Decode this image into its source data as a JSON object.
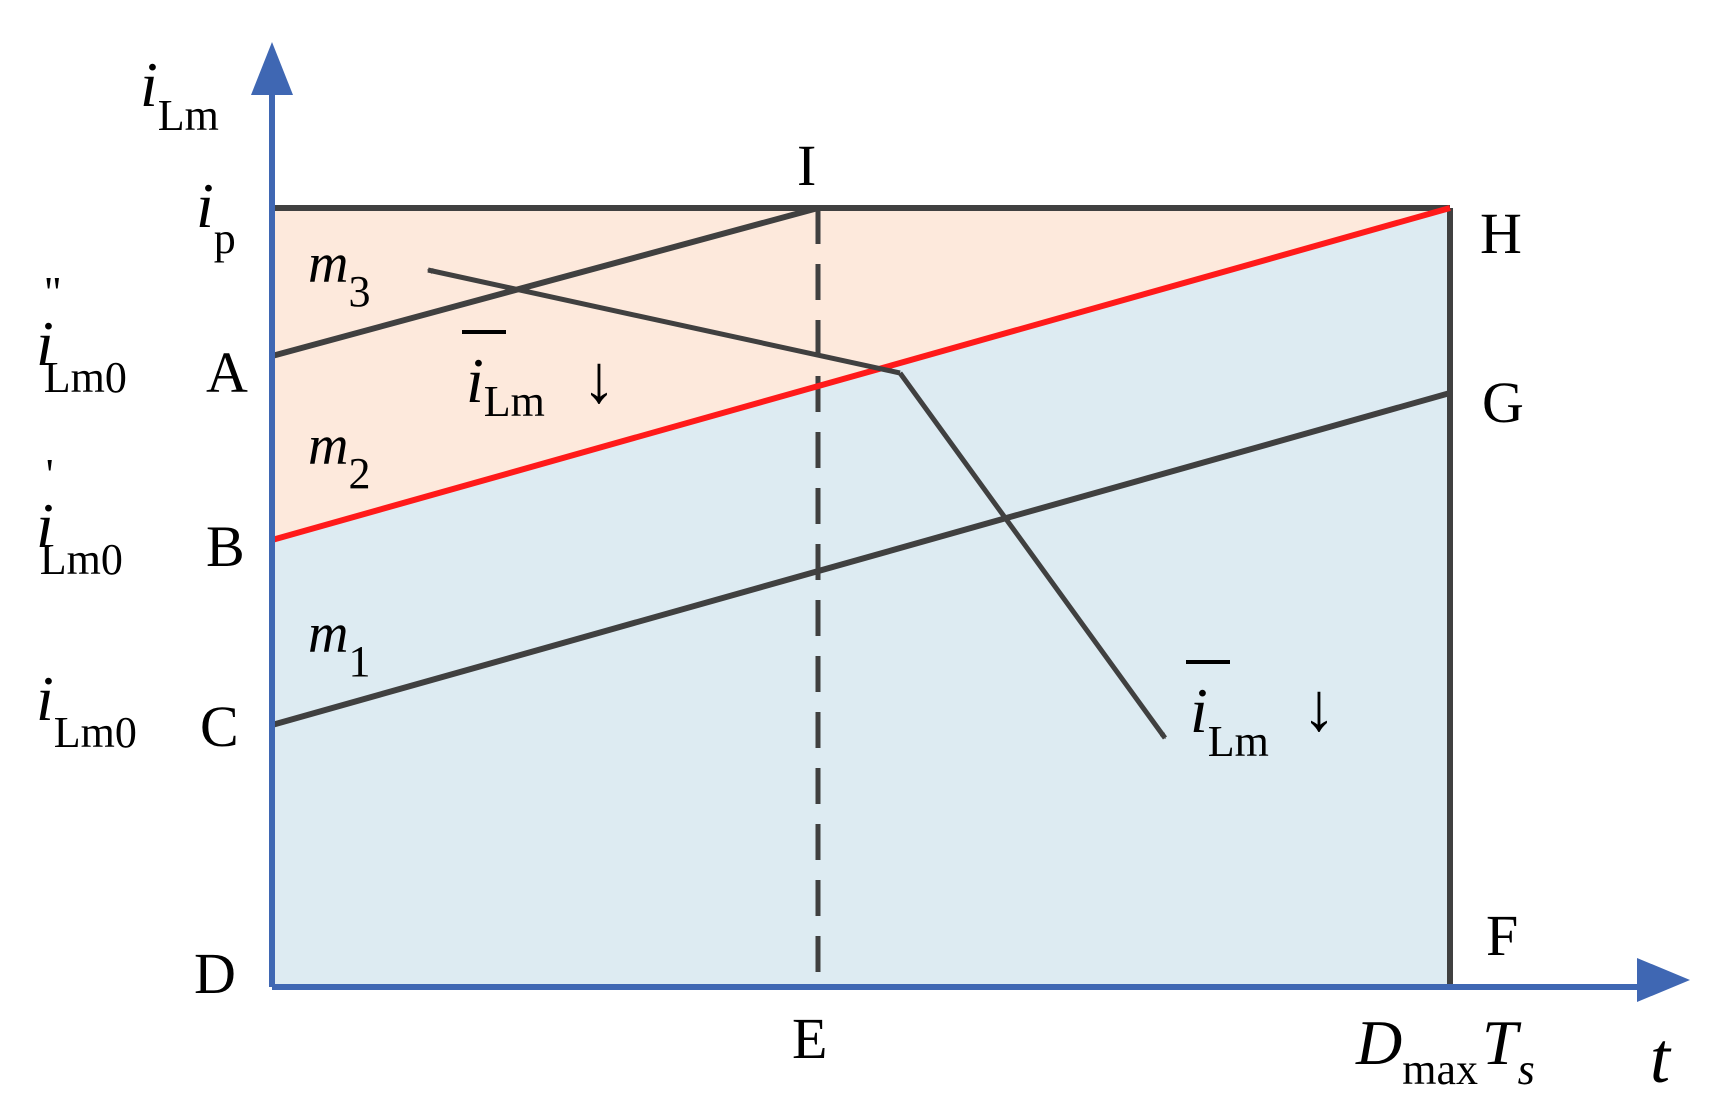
{
  "axes": {
    "y_main": "i",
    "y_sub": "Lm",
    "x_label": "t",
    "color": "#3f67b3"
  },
  "y_levels": {
    "ip_main": "i",
    "ip_sub": "p",
    "i2_main": "i",
    "i2_sup": "\"",
    "i2_sub": "Lm0",
    "i1_main": "i",
    "i1_sup": "'",
    "i1_sub": "Lm0",
    "i0_main": "i",
    "i0_sub": "Lm0"
  },
  "points": {
    "A": "A",
    "B": "B",
    "C": "C",
    "D": "D",
    "E": "E",
    "F": "F",
    "G": "G",
    "H": "H",
    "I": "I"
  },
  "slopes": {
    "m3_main": "m",
    "m3_sub": "3",
    "m2_main": "m",
    "m2_sub": "2",
    "m1_main": "m",
    "m1_sub": "1"
  },
  "annotations": {
    "avg_main": "i",
    "avg_sub": "Lm",
    "down_arrow": "↓"
  },
  "x_tick": {
    "d_main": "D",
    "d_sub": "max",
    "t_main": "T",
    "t_sub": "s"
  },
  "colors": {
    "upper_region": "#fde9dc",
    "lower_region": "#ddebf2",
    "boundary_line": "#ff1a1a",
    "lines": "#404040"
  }
}
